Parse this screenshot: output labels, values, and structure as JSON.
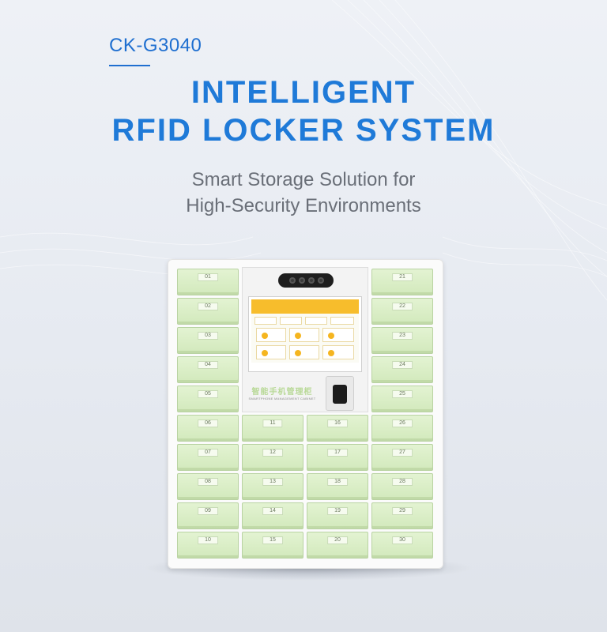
{
  "header": {
    "model": "CK-G3040",
    "title_line1": "INTELLIGENT",
    "title_line2": "RFID LOCKER SYSTEM",
    "subtitle_line1": "Smart Storage Solution for",
    "subtitle_line2": "High-Security Environments"
  },
  "cabinet": {
    "brand_cn": "智能手机管理柜",
    "brand_en": "SMARTPHONE MANAGEMENT CABINET",
    "lockers": [
      "01",
      "02",
      "03",
      "04",
      "05",
      "06",
      "07",
      "08",
      "09",
      "10",
      "11",
      "12",
      "13",
      "14",
      "15",
      "16",
      "17",
      "18",
      "19",
      "20",
      "21",
      "22",
      "23",
      "24",
      "25",
      "26",
      "27",
      "28",
      "29",
      "30"
    ]
  },
  "colors": {
    "accent": "#1f7ad8",
    "subtitle": "#6a6f78",
    "locker_green": "#d9edc6",
    "screen_yellow": "#f7bd2c"
  }
}
